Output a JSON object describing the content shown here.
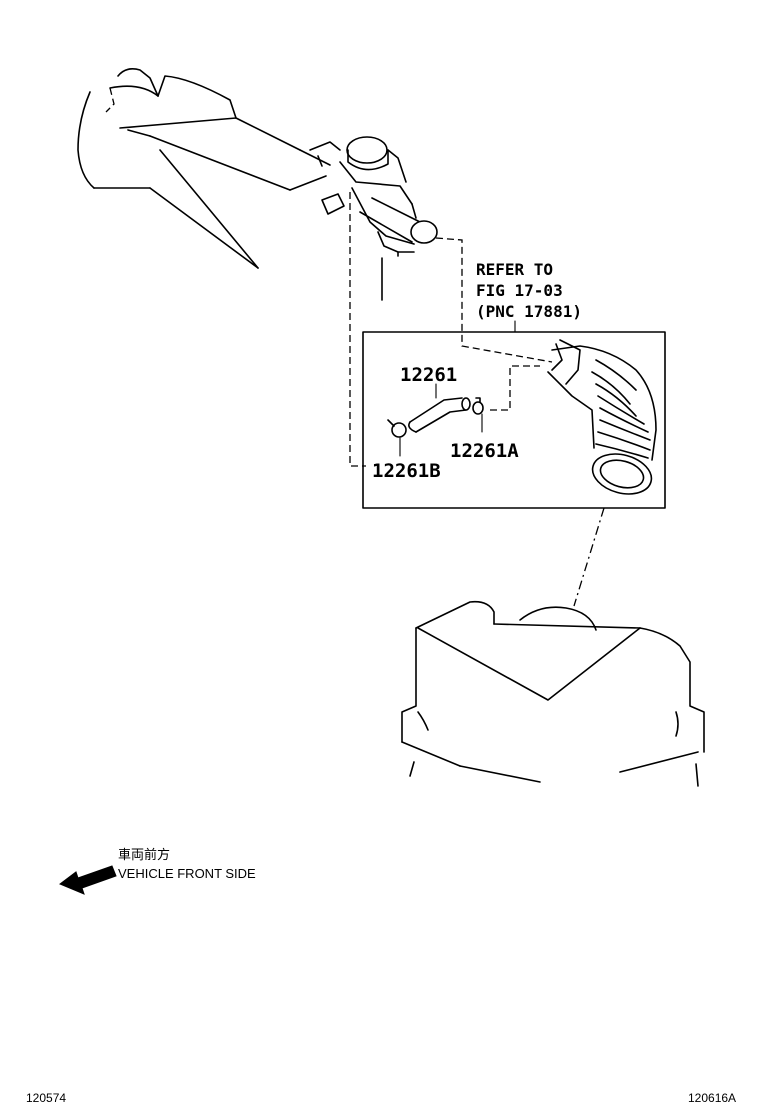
{
  "callouts": {
    "refer_line1": "REFER TO",
    "refer_line2": "FIG 17-03",
    "refer_line3": "(PNC 17881)"
  },
  "parts": {
    "hose": "12261",
    "clamp_a": "12261A",
    "clamp_b": "12261B"
  },
  "direction": {
    "japanese": "車両前方",
    "english": "VEHICLE FRONT SIDE"
  },
  "footer": {
    "left_code": "120574",
    "right_code": "120616A"
  }
}
